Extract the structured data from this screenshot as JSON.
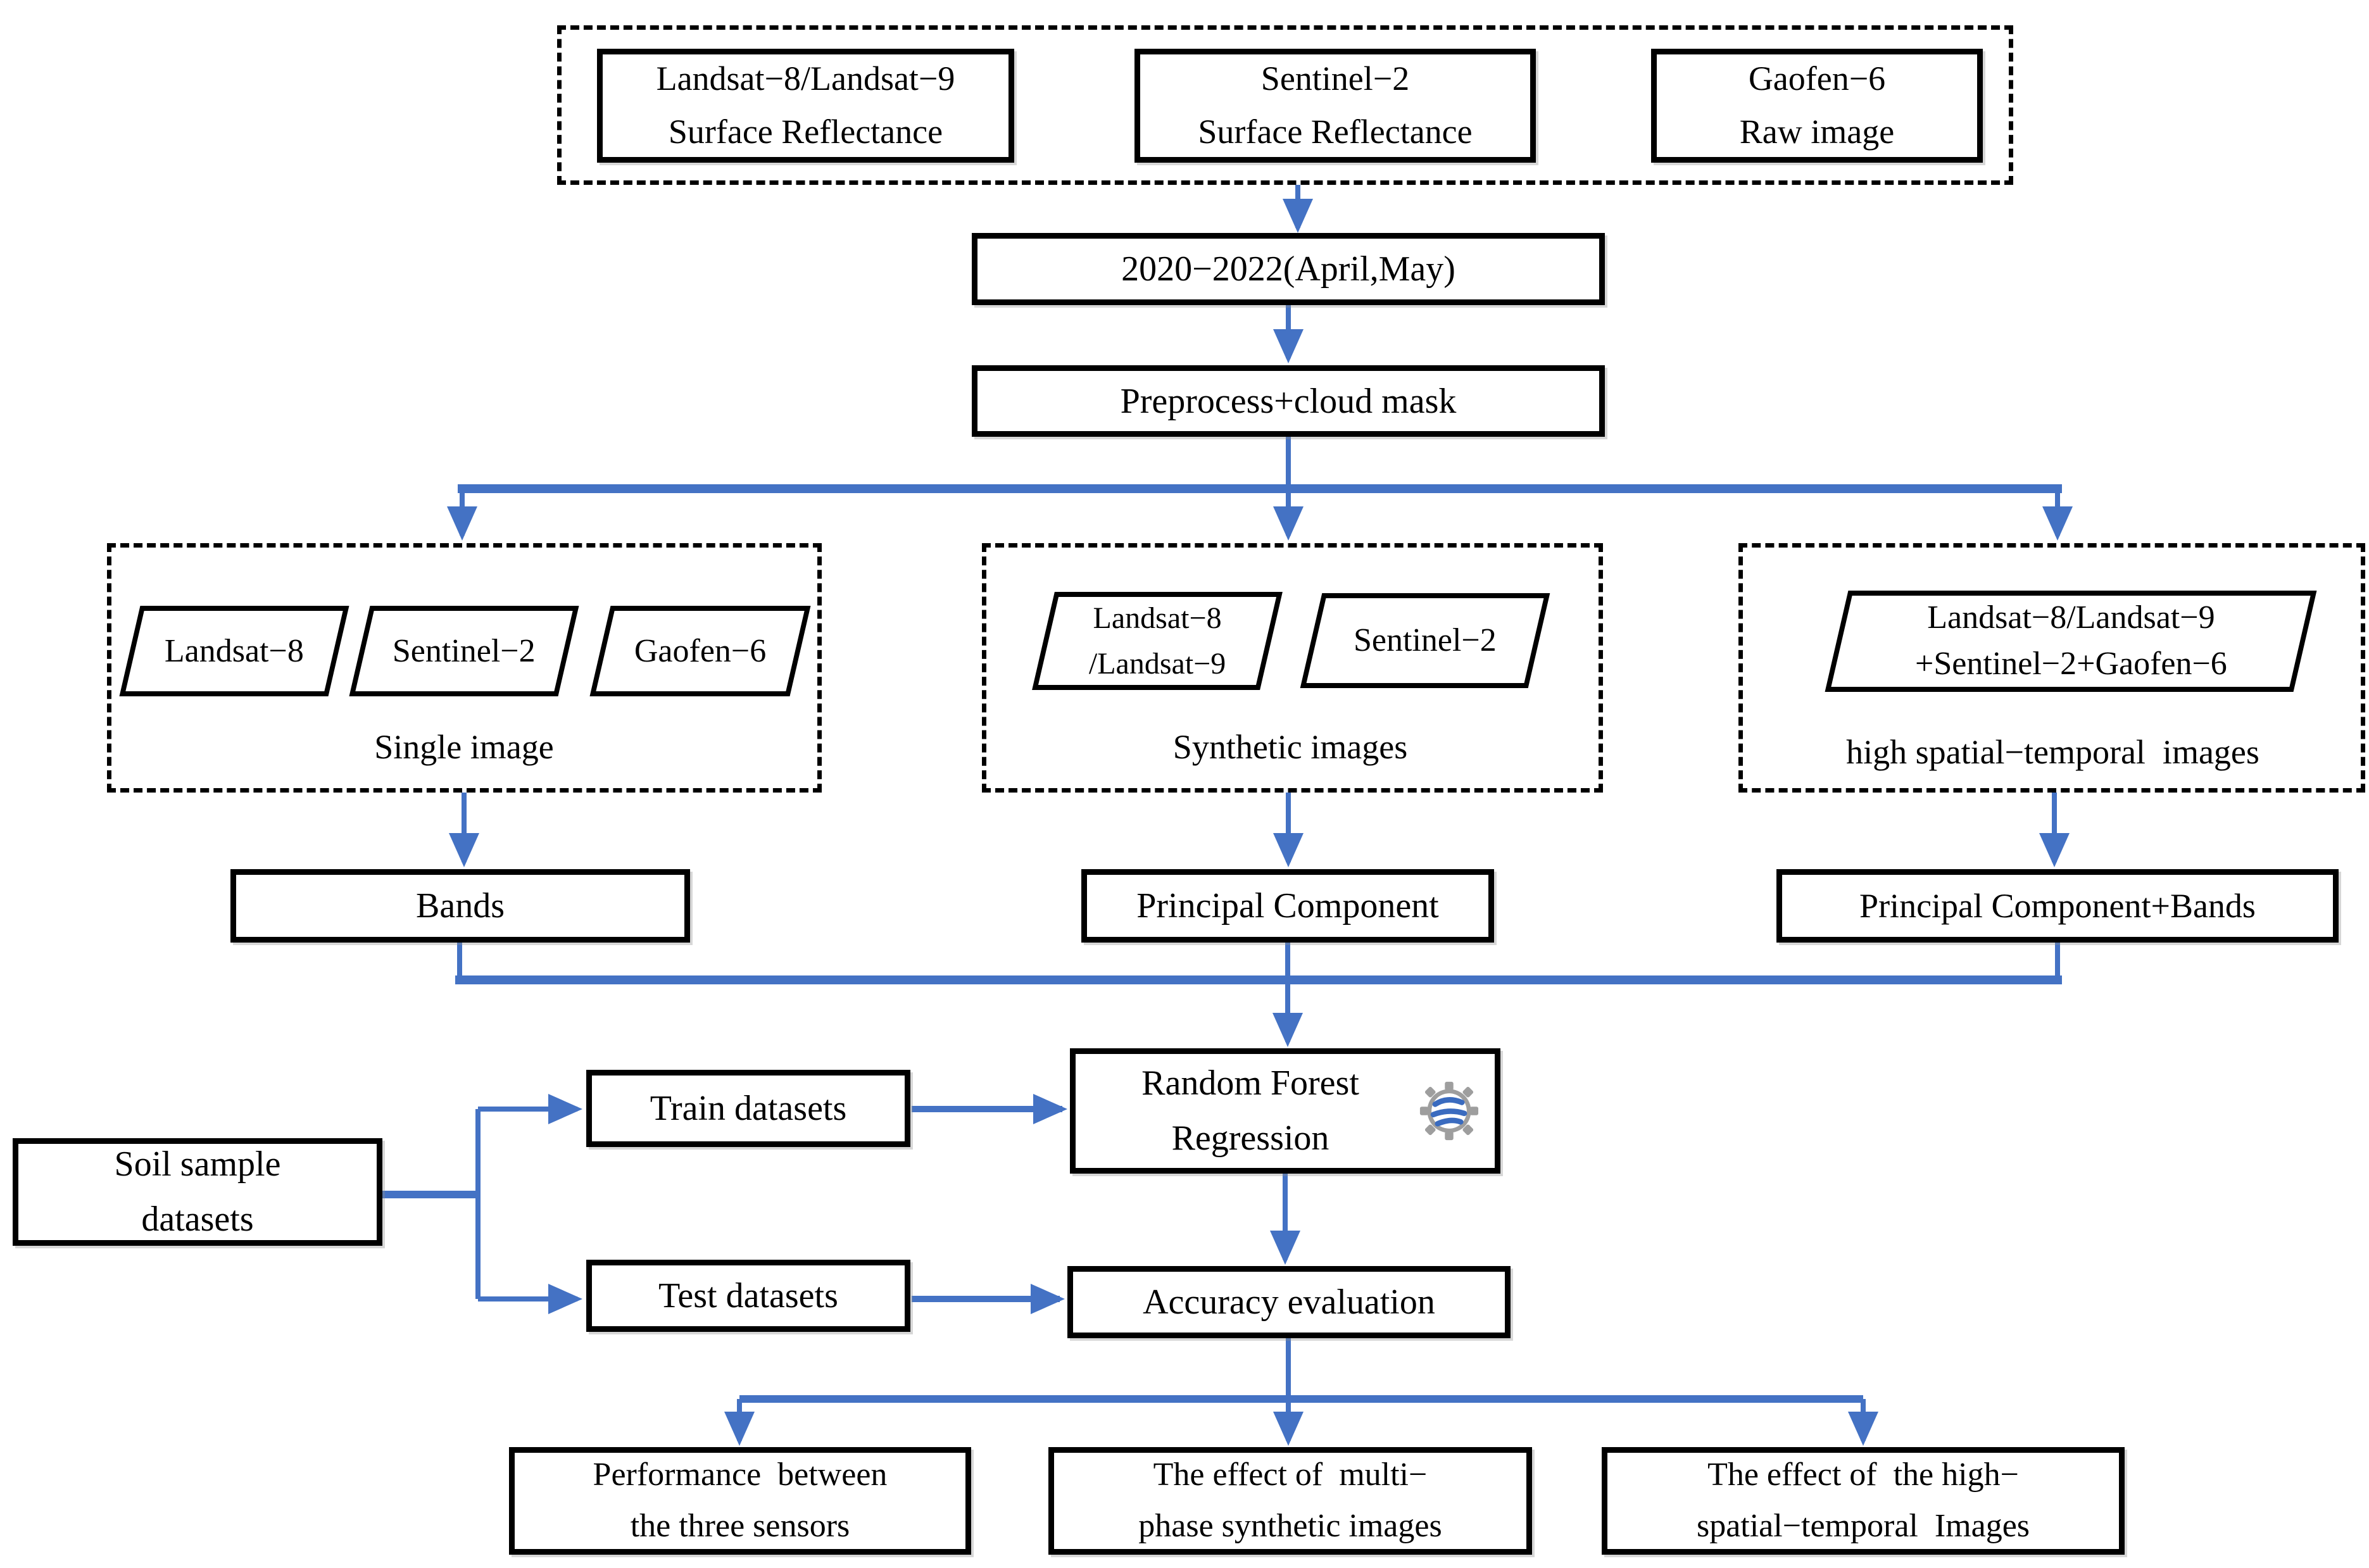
{
  "title": "Soil mapping workflow flowchart",
  "colors": {
    "arrow_blue": "#4472C4",
    "box_border": "#000000",
    "background": "#ffffff",
    "gear_gray": "#9e9e9e",
    "globe_blue": "#3a6bbf"
  },
  "sources": {
    "a": "Landsat−8/Landsat−9\nSurface Reflectance",
    "b": "Sentinel−2\nSurface Reflectance",
    "c": "Gaofen−6\nRaw image"
  },
  "period": "2020−2022(April,May)",
  "preprocess": "Preprocess+cloud mask",
  "group1": {
    "p1": "Landsat−8",
    "p2": "Sentinel−2",
    "p3": "Gaofen−6",
    "caption": "Single image",
    "feature": "Bands"
  },
  "group2": {
    "p1": "Landsat−8\n/Landsat−9",
    "p2": "Sentinel−2",
    "caption": "Synthetic images",
    "feature": "Principal Component"
  },
  "group3": {
    "p1": "Landsat−8/Landsat−9\n+Sentinel−2+Gaofen−6",
    "caption": "high spatial−temporal  images",
    "feature": "Principal Component+Bands"
  },
  "model": "Random Forest\nRegression",
  "icons": {
    "gee": "google-earth-engine-gear-logo"
  },
  "samples": {
    "soil": "Soil sample\ndatasets",
    "train": "Train datasets",
    "test": "Test datasets"
  },
  "evaluation": "Accuracy evaluation",
  "outcomes": {
    "o1": "Performance  between\nthe three sensors",
    "o2": "The effect of  multi−\nphase synthetic images",
    "o3": "The effect of  the high−\nspatial−temporal  Images"
  }
}
